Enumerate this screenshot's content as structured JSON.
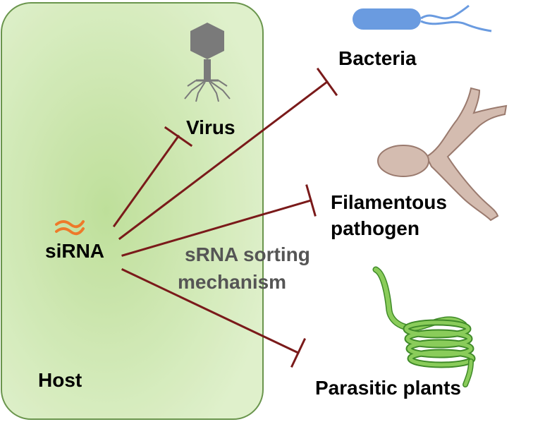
{
  "host": {
    "label": "Host",
    "fill": "#c9e6a8",
    "border": "#5a8a3a"
  },
  "center": {
    "label": "siRNA",
    "icon": "rna-wave-icon",
    "icon_color": "#ee7a2a"
  },
  "inhibitor_color": "#7a1a1a",
  "targets": {
    "virus": {
      "label": "Virus",
      "icon": "bacteriophage-icon"
    },
    "bacteria": {
      "label": "Bacteria",
      "icon": "bacterium-icon"
    },
    "filamentous": {
      "label_line1": "Filamentous",
      "label_line2": "pathogen",
      "icon": "fungal-hypha-icon"
    },
    "parasitic": {
      "label": "Parasitic plants",
      "icon": "coiling-plant-icon"
    }
  },
  "mechanism": {
    "line1": "sRNA sorting",
    "line2": "mechanism"
  },
  "colors": {
    "bacteria": "#6a9be0",
    "phage": "#7a7a7a",
    "hypha_fill": "#d4bcb0",
    "hypha_stroke": "#9a7a6e",
    "plant_fill": "#8acc5a",
    "plant_stroke": "#3f8a28"
  }
}
